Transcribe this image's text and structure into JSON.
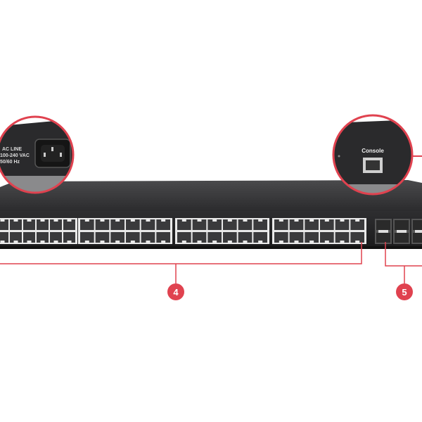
{
  "power_callout": {
    "line1": "AC LINE",
    "line2": "100-240 VAC",
    "line3": "50/60 Hz"
  },
  "console_callout": {
    "label": "Console"
  },
  "callouts": [
    {
      "number": "4"
    },
    {
      "number": "5"
    }
  ],
  "colors": {
    "accent": "#e0424f",
    "chassis": "#2b2b2d",
    "port_frame": "#e9e9e9",
    "port_hole": "#3a3a3c"
  }
}
